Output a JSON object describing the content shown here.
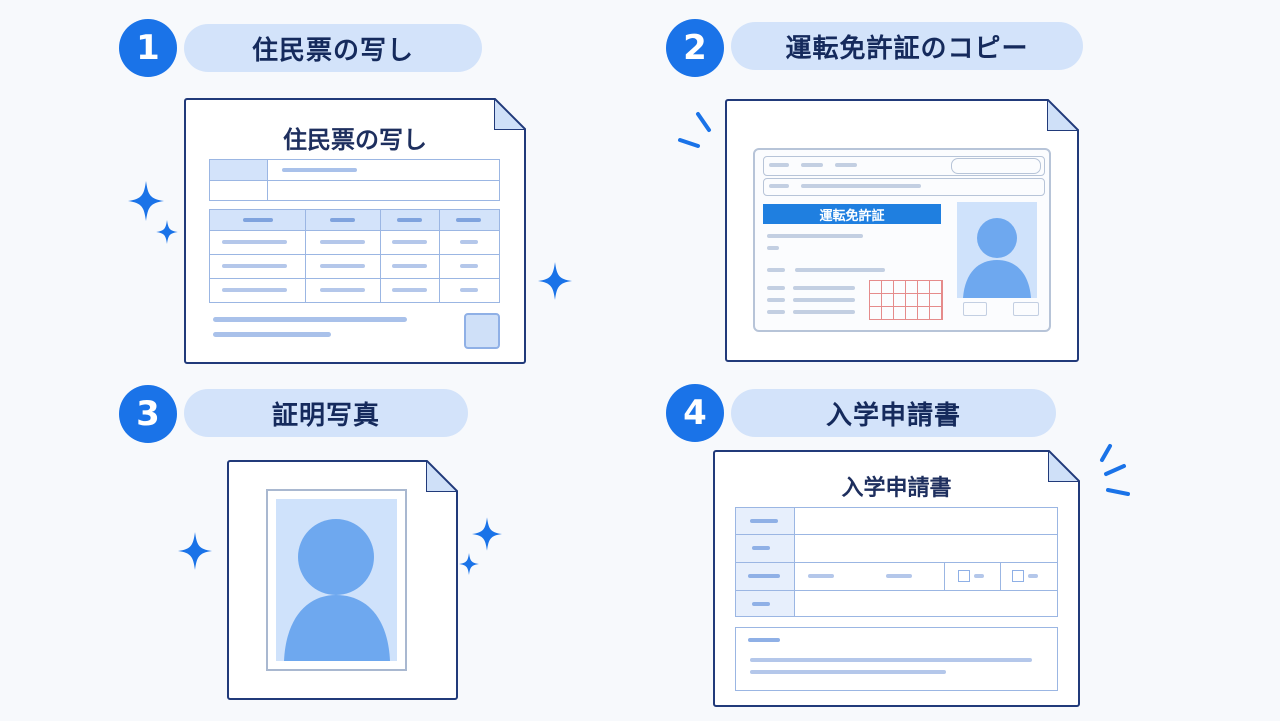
{
  "steps": [
    {
      "number": "1",
      "label": "住民票の写し",
      "doc_title": "住民票の写し"
    },
    {
      "number": "2",
      "label": "運転免許証のコピー",
      "card_label": "運転免許証"
    },
    {
      "number": "3",
      "label": "証明写真"
    },
    {
      "number": "4",
      "label": "入学申請書",
      "doc_title": "入学申請書"
    }
  ],
  "colors": {
    "accent": "#1a73e8",
    "pill_bg": "#d3e3fa",
    "text_dark": "#152a5c",
    "doc_border": "#213a7a",
    "photo_blue": "#6ea8ef",
    "photo_bg": "#cfe2fb",
    "stamp_red": "#e58b8b"
  },
  "icons": [
    "sparkle-icon",
    "burst-lines-icon",
    "person-silhouette-icon",
    "folded-corner-icon"
  ]
}
